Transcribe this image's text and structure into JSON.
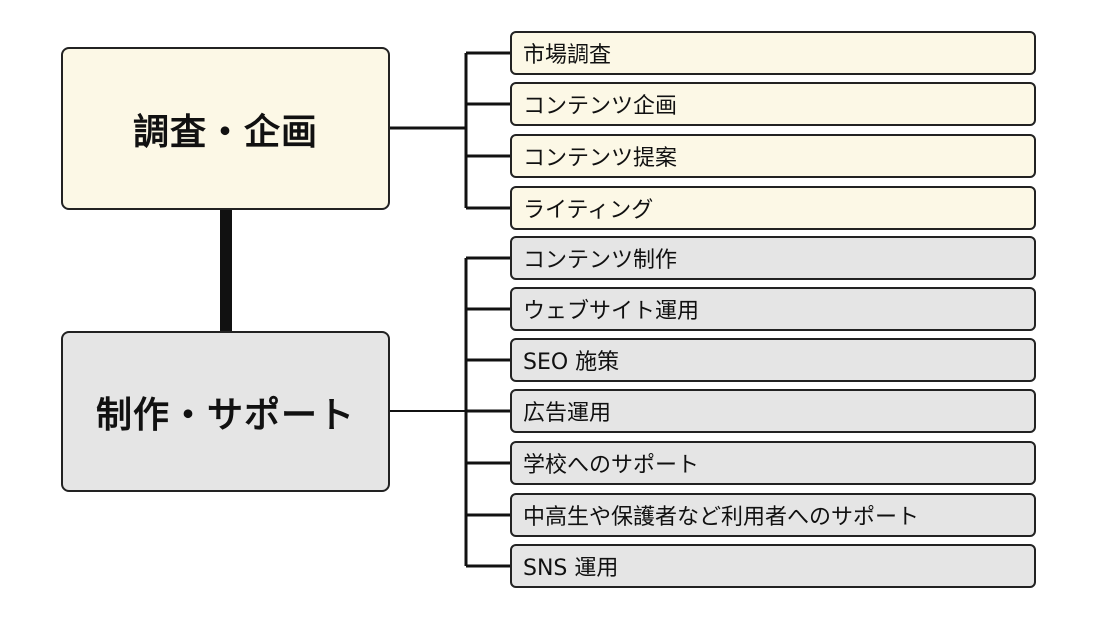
{
  "diagram": {
    "groups": [
      {
        "title": "調査・企画",
        "fill": "#fcf8e6",
        "items": [
          "市場調査",
          "コンテンツ企画",
          "コンテンツ提案",
          "ライティング"
        ]
      },
      {
        "title": "制作・サポート",
        "fill": "#e5e5e5",
        "items": [
          "コンテンツ制作",
          "ウェブサイト運用",
          "SEO 施策",
          "広告運用",
          "学校へのサポート",
          "中高生や保護者など利用者へのサポート",
          "SNS 運用"
        ]
      }
    ],
    "line_color": "#111111"
  }
}
